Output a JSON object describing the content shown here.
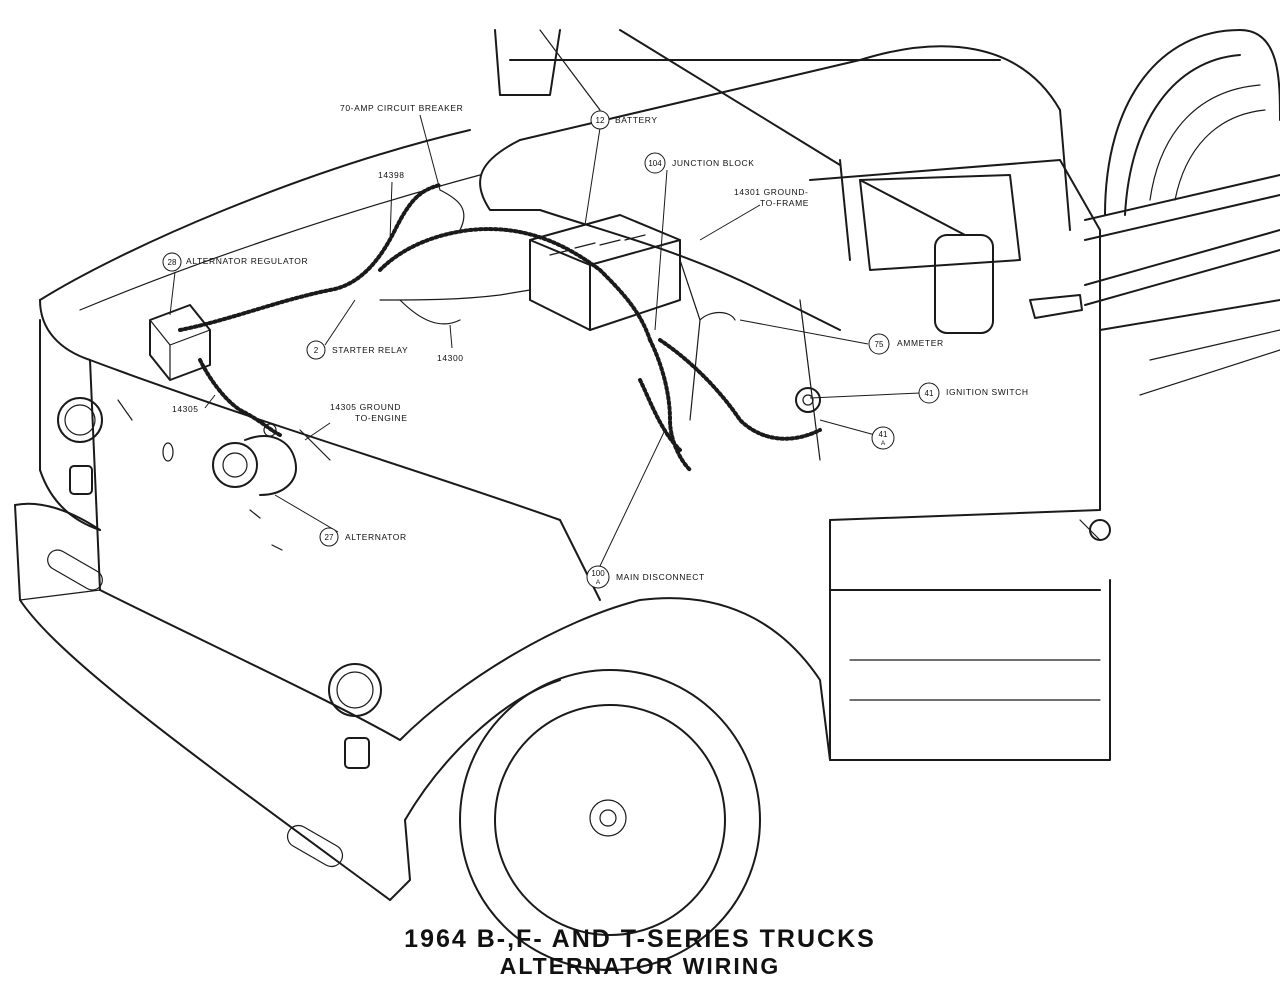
{
  "title": {
    "line1": "1964 B-,F- AND T-SERIES TRUCKS",
    "line2": "ALTERNATOR WIRING"
  },
  "callouts": {
    "circuit_breaker": {
      "text": "70-AMP CIRCUIT BREAKER"
    },
    "battery": {
      "number": "12",
      "text": "BATTERY"
    },
    "junction_block": {
      "number": "104",
      "text": "JUNCTION BLOCK"
    },
    "ground_frame": {
      "text_1": "14301 GROUND-",
      "text_2": "TO-FRAME"
    },
    "wire_14398": {
      "text": "14398"
    },
    "alt_regulator": {
      "number": "28",
      "text": "ALTERNATOR REGULATOR"
    },
    "starter_relay": {
      "number": "2",
      "text": "STARTER RELAY"
    },
    "wire_14300": {
      "text": "14300"
    },
    "wire_14305": {
      "text": "14305"
    },
    "ground_engine": {
      "text_1": "14305 GROUND",
      "text_2": "TO-ENGINE"
    },
    "alternator": {
      "number": "27",
      "text": "ALTERNATOR"
    },
    "ammeter": {
      "number": "75",
      "text": "AMMETER"
    },
    "ignition_switch": {
      "number": "41",
      "text": "IGNITION SWITCH"
    },
    "ignition_switch_a": {
      "number": "41",
      "sub": "A"
    },
    "main_disconnect": {
      "number": "100",
      "sub": "A",
      "text": "MAIN DISCONNECT"
    }
  }
}
